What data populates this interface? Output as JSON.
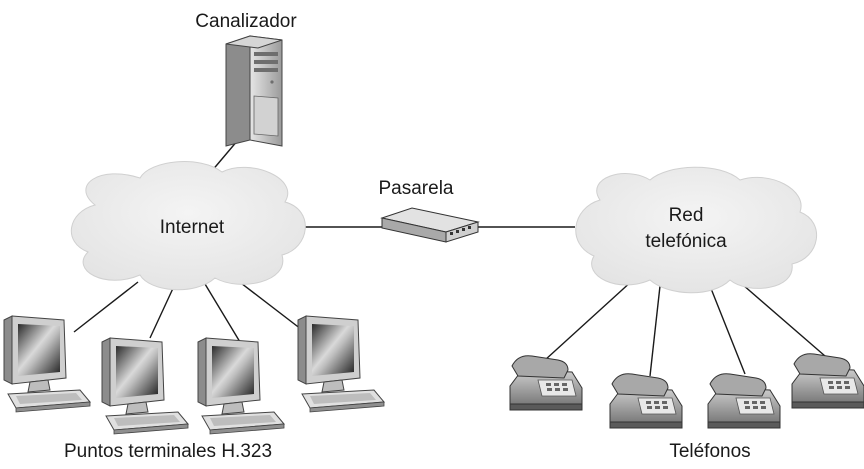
{
  "labels": {
    "gatekeeper": "Canalizador",
    "internet": "Internet",
    "gateway": "Pasarela",
    "phone_network_line1": "Red",
    "phone_network_line2": "telefónica",
    "terminals": "Puntos terminales H.323",
    "phones": "Teléfonos"
  },
  "counts": {
    "terminals": 4,
    "phones": 4
  }
}
